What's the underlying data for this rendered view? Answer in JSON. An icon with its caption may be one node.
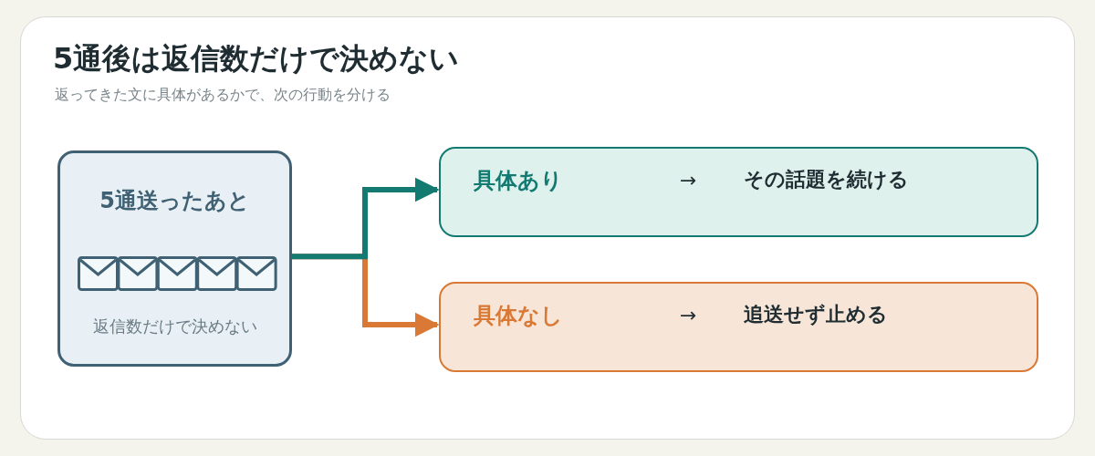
{
  "diagram": {
    "title": "5通後は返信数だけで決めない",
    "caption": "返ってきた文に具体があるかで、次の行動を分ける",
    "nodes": [
      {
        "text": [
          "5通送ったあと",
          "返信数だけで決めない"
        ]
      },
      {
        "text": [
          "具体あり",
          "→",
          "その話題を続ける"
        ]
      },
      {
        "text": [
          "具体なし",
          "→",
          "追送せず止める"
        ]
      }
    ],
    "edges": [
      {
        "from": 0,
        "to": 1,
        "arrow": "to"
      },
      {
        "from": 0,
        "to": 2,
        "arrow": "to",
        "color": "#d97935"
      }
    ]
  }
}
